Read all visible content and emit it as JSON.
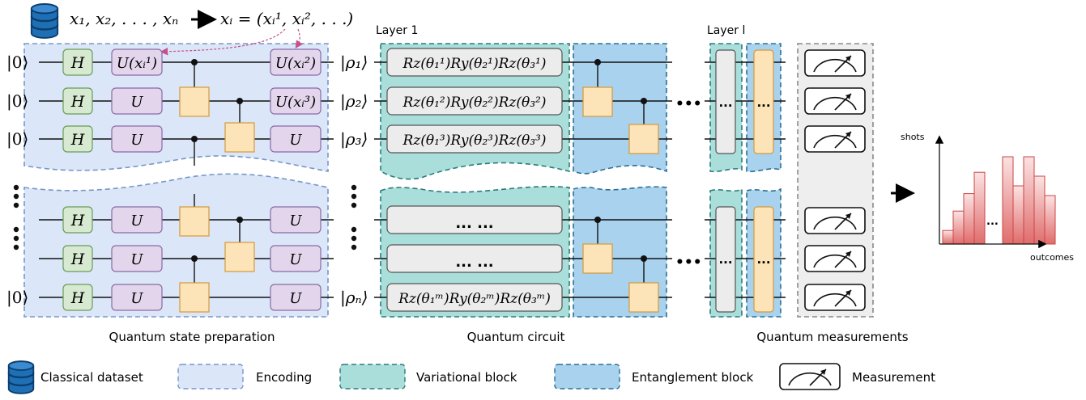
{
  "header": {
    "data_seq": "x₁, x₂, . . . , xₙ",
    "data_map": "xᵢ = (xᵢ¹, xᵢ², . . .)"
  },
  "state_prep": {
    "ket0": "|0⟩",
    "h": "H",
    "u": "U",
    "u_x1": "U(xᵢ¹)",
    "u_x2": "U(xᵢ²)",
    "u_x3": "U(xᵢ³)",
    "caption": "Quantum state preparation"
  },
  "circuit": {
    "layer1": "Layer 1",
    "layerl": "Layer l",
    "rho1": "|ρ₁⟩",
    "rho2": "|ρ₂⟩",
    "rho3": "|ρ₃⟩",
    "rhon": "|ρₙ⟩",
    "rot1": "Rz(θ₁¹)Ry(θ₂¹)Rz(θ₃¹)",
    "rot2": "Rz(θ₁²)Ry(θ₂²)Rz(θ₃²)",
    "rot3": "Rz(θ₁³)Ry(θ₂³)Rz(θ₃³)",
    "rotm": "Rz(θ₁ᵐ)Ry(θ₂ᵐ)Rz(θ₃ᵐ)",
    "ellipsis_gate": "... ...",
    "dots": "•••",
    "col_dots": "...",
    "caption": "Quantum circuit"
  },
  "measurement": {
    "caption": "Quantum measurements"
  },
  "histogram": {
    "ylabel": "shots",
    "xlabel": "outcomes",
    "gap": "...",
    "bar_color": "#e06c6c",
    "bars": [
      0.14,
      0.34,
      0.52,
      0.74,
      0.9,
      0.6,
      0.9,
      0.7,
      0.5
    ]
  },
  "legend": {
    "dataset": "Classical dataset",
    "encoding": "Encoding",
    "variational": "Variational block",
    "entanglement": "Entanglement block",
    "measurement": "Measurement"
  },
  "colors": {
    "encoding_fill": "#dbe7f9",
    "encoding_stroke": "#7896c8",
    "variational_fill": "#a9dedb",
    "variational_stroke": "#2c7b78",
    "entanglement_fill": "#a8d2ee",
    "entanglement_stroke": "#2c6f95",
    "h_fill": "#d7ead1",
    "u_fill": "#e3d6ec",
    "ctrl_fill": "#fde3b8",
    "rot_fill": "#ececec",
    "meas_stroke": "#888888"
  }
}
